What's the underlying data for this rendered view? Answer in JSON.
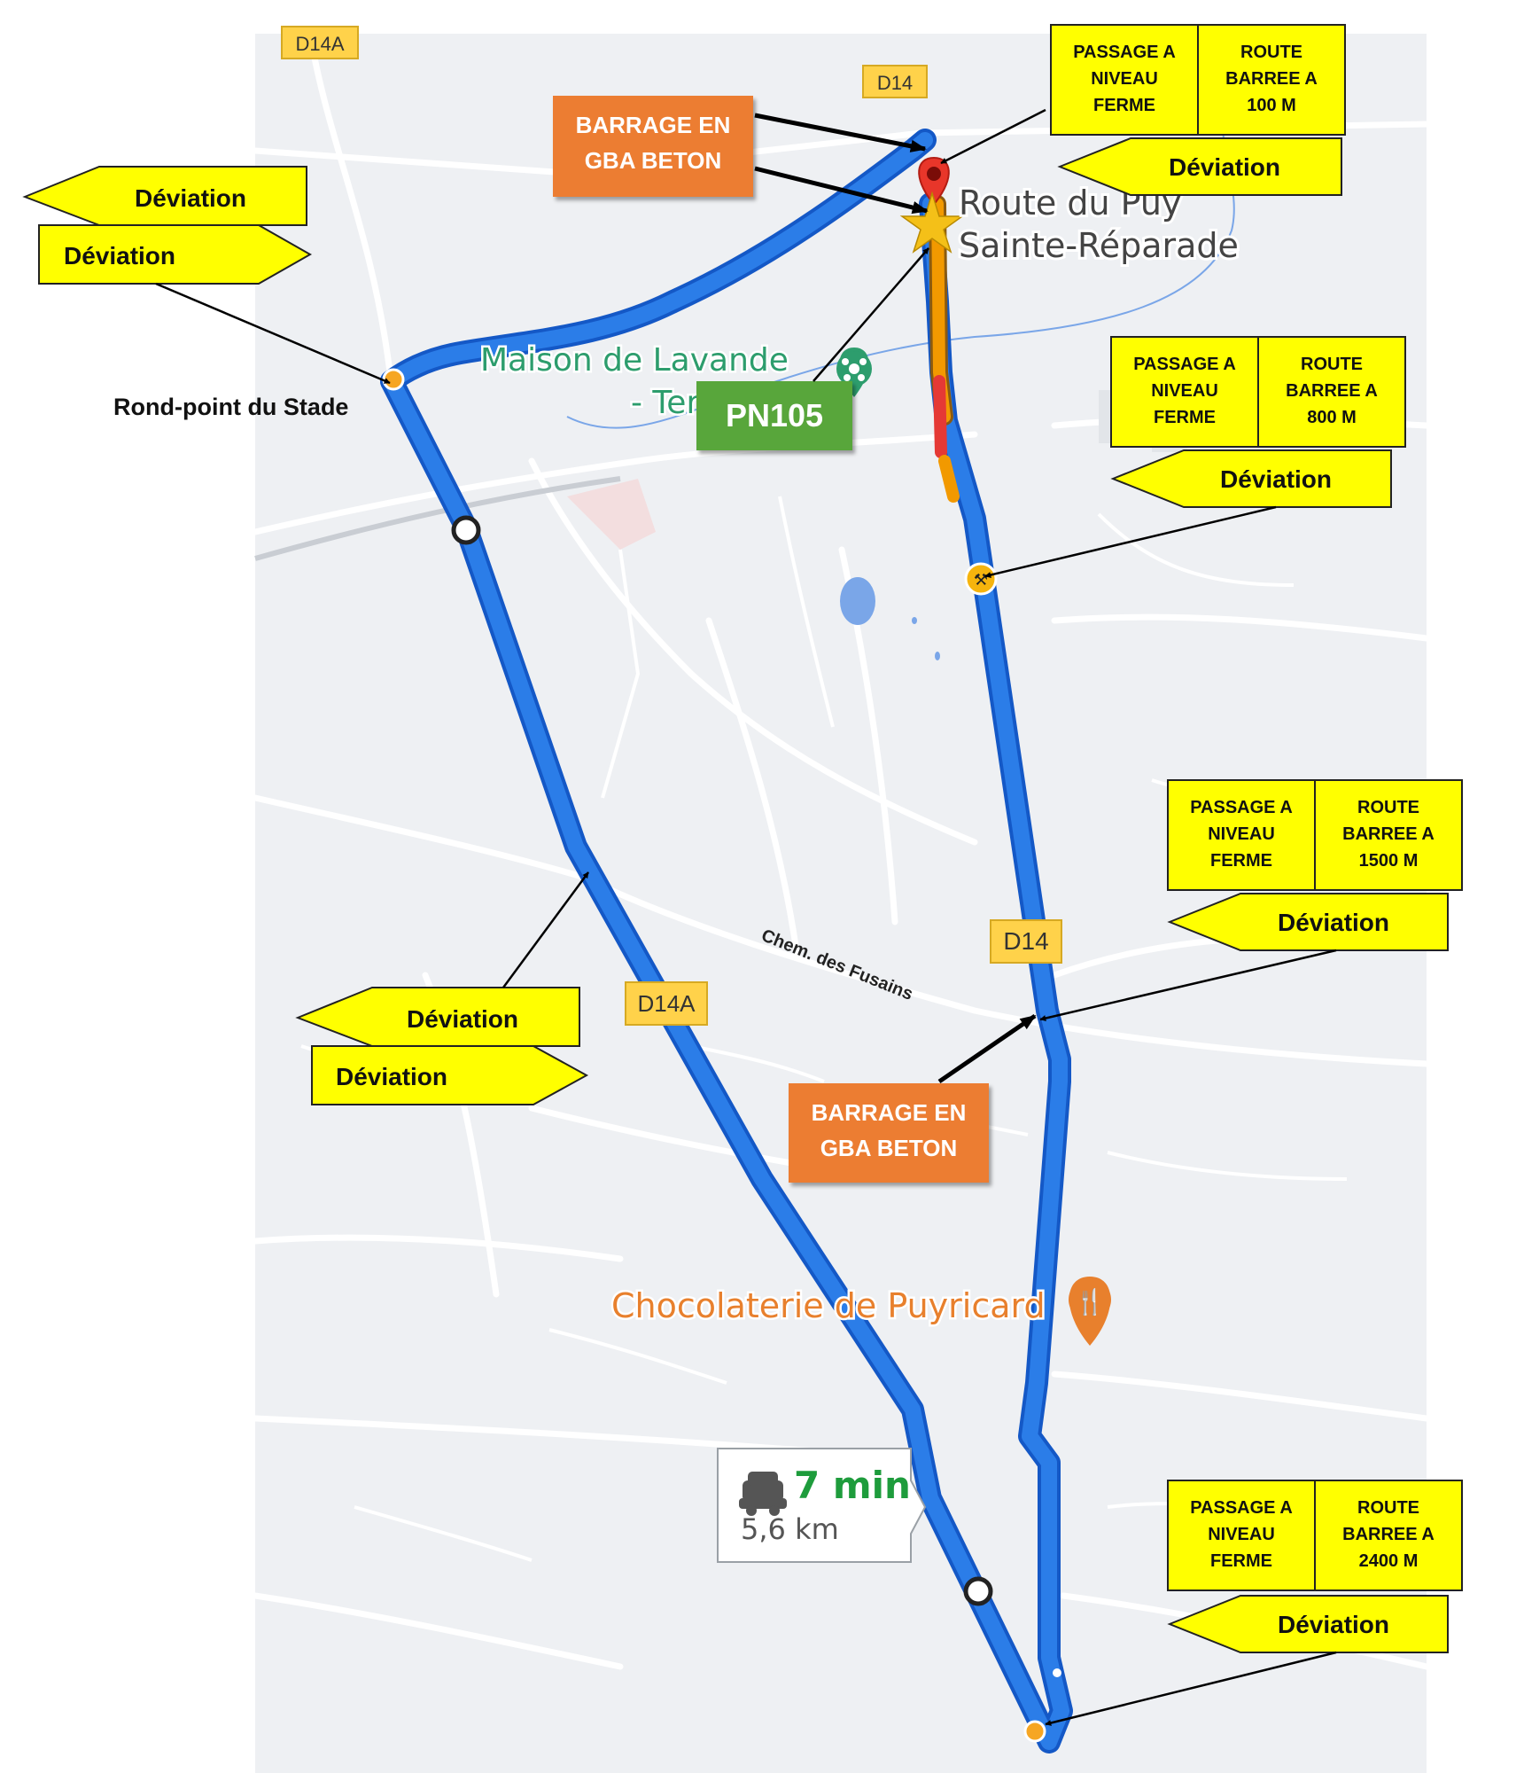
{
  "map": {
    "road_labels": {
      "d14a_top": "D14A",
      "d14_top": "D14",
      "d14_mid": "D14",
      "d14a_mid": "D14A",
      "chemin": "Chem. des Fusains"
    },
    "places": {
      "route_line1": "Route du Puy",
      "route_line2": "Sainte-Réparade",
      "maison_line1": "Maison de Lavande",
      "maison_line2": "- Ter",
      "chocolaterie": "Chocolaterie de Puyricard",
      "rond_point": "Rond-point du Stade"
    },
    "route_card": {
      "time": "7 min",
      "distance": "5,6 km"
    }
  },
  "signs": {
    "passage_a_niveau": [
      "PASSAGE A",
      "NIVEAU",
      "FERME"
    ],
    "route_barree_a": [
      "ROUTE",
      "BARREE A"
    ],
    "distances": [
      "100 M",
      "800 M",
      "1500 M",
      "2400 M"
    ],
    "deviation": "Déviation",
    "barrage": [
      "BARRAGE EN",
      "GBA BETON"
    ],
    "pn": "PN105"
  },
  "colors": {
    "map_bg": "#eef0f3",
    "route_blue": "#2b7de8",
    "route_outline": "#1458c6",
    "sign_yellow": "#ffff00",
    "barrage_orange": "#ec7d31",
    "pn_green": "#58a63a",
    "traffic_orange": "#f29900",
    "traffic_red": "#e53935",
    "pin_red": "#e8362a",
    "poi_green": "#2d9d6d",
    "poi_orange": "#e8802d",
    "time_green": "#1e9c3c"
  }
}
